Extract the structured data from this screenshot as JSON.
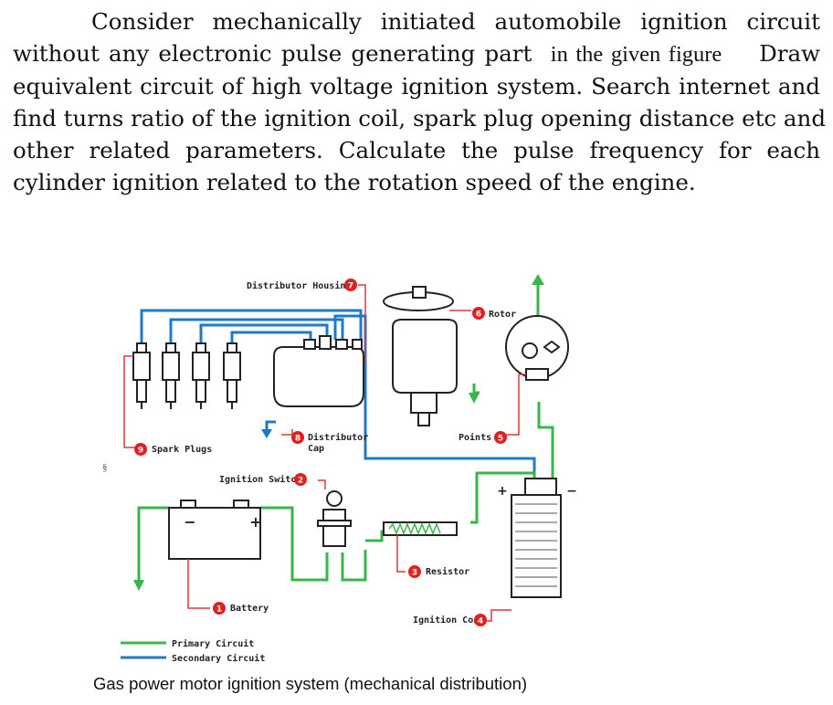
{
  "question": {
    "lines": [
      "Consider  mechanically  initiated  automobile  ignition  circuit",
      "without any electronic pulse generating part",
      "in the given figure",
      "Draw",
      "equivalent circuit of high voltage ignition system. Search internet and",
      "find turns ratio of the ignition coil, spark plug opening distance etc and",
      "other  related  parameters.  Calculate  the  pulse  frequency  for  each",
      "cylinder ignition related to the rotation speed of the engine."
    ]
  },
  "stray_mark": "§",
  "figure": {
    "labels": {
      "distributor_housing": "Distributor Housing",
      "rotor": "Rotor",
      "spark_plugs": "Spark Plugs",
      "distributor_cap_1": "Distributor",
      "distributor_cap_2": "Cap",
      "points": "Points",
      "ignition_switch": "Ignition Switch",
      "battery": "Battery",
      "resistor": "Resistor",
      "ignition_coil": "Ignition Coil",
      "plus": "+",
      "minus": "−"
    },
    "numbers": {
      "battery": "1",
      "ignition_switch": "2",
      "resistor": "3",
      "ignition_coil": "4",
      "points": "5",
      "rotor": "6",
      "distributor_housing": "7",
      "distributor_cap": "8",
      "spark_plugs": "9"
    },
    "legend": {
      "primary": "Primary Circuit",
      "secondary": "Secondary Circuit"
    },
    "colors": {
      "primary": "#3ab54a",
      "secondary": "#1f78c8",
      "numbered_badge": "#e02020",
      "leader_line": "#d83a3a",
      "component": "#222222"
    }
  },
  "caption": "Gas power motor ignition system (mechanical distribution)"
}
